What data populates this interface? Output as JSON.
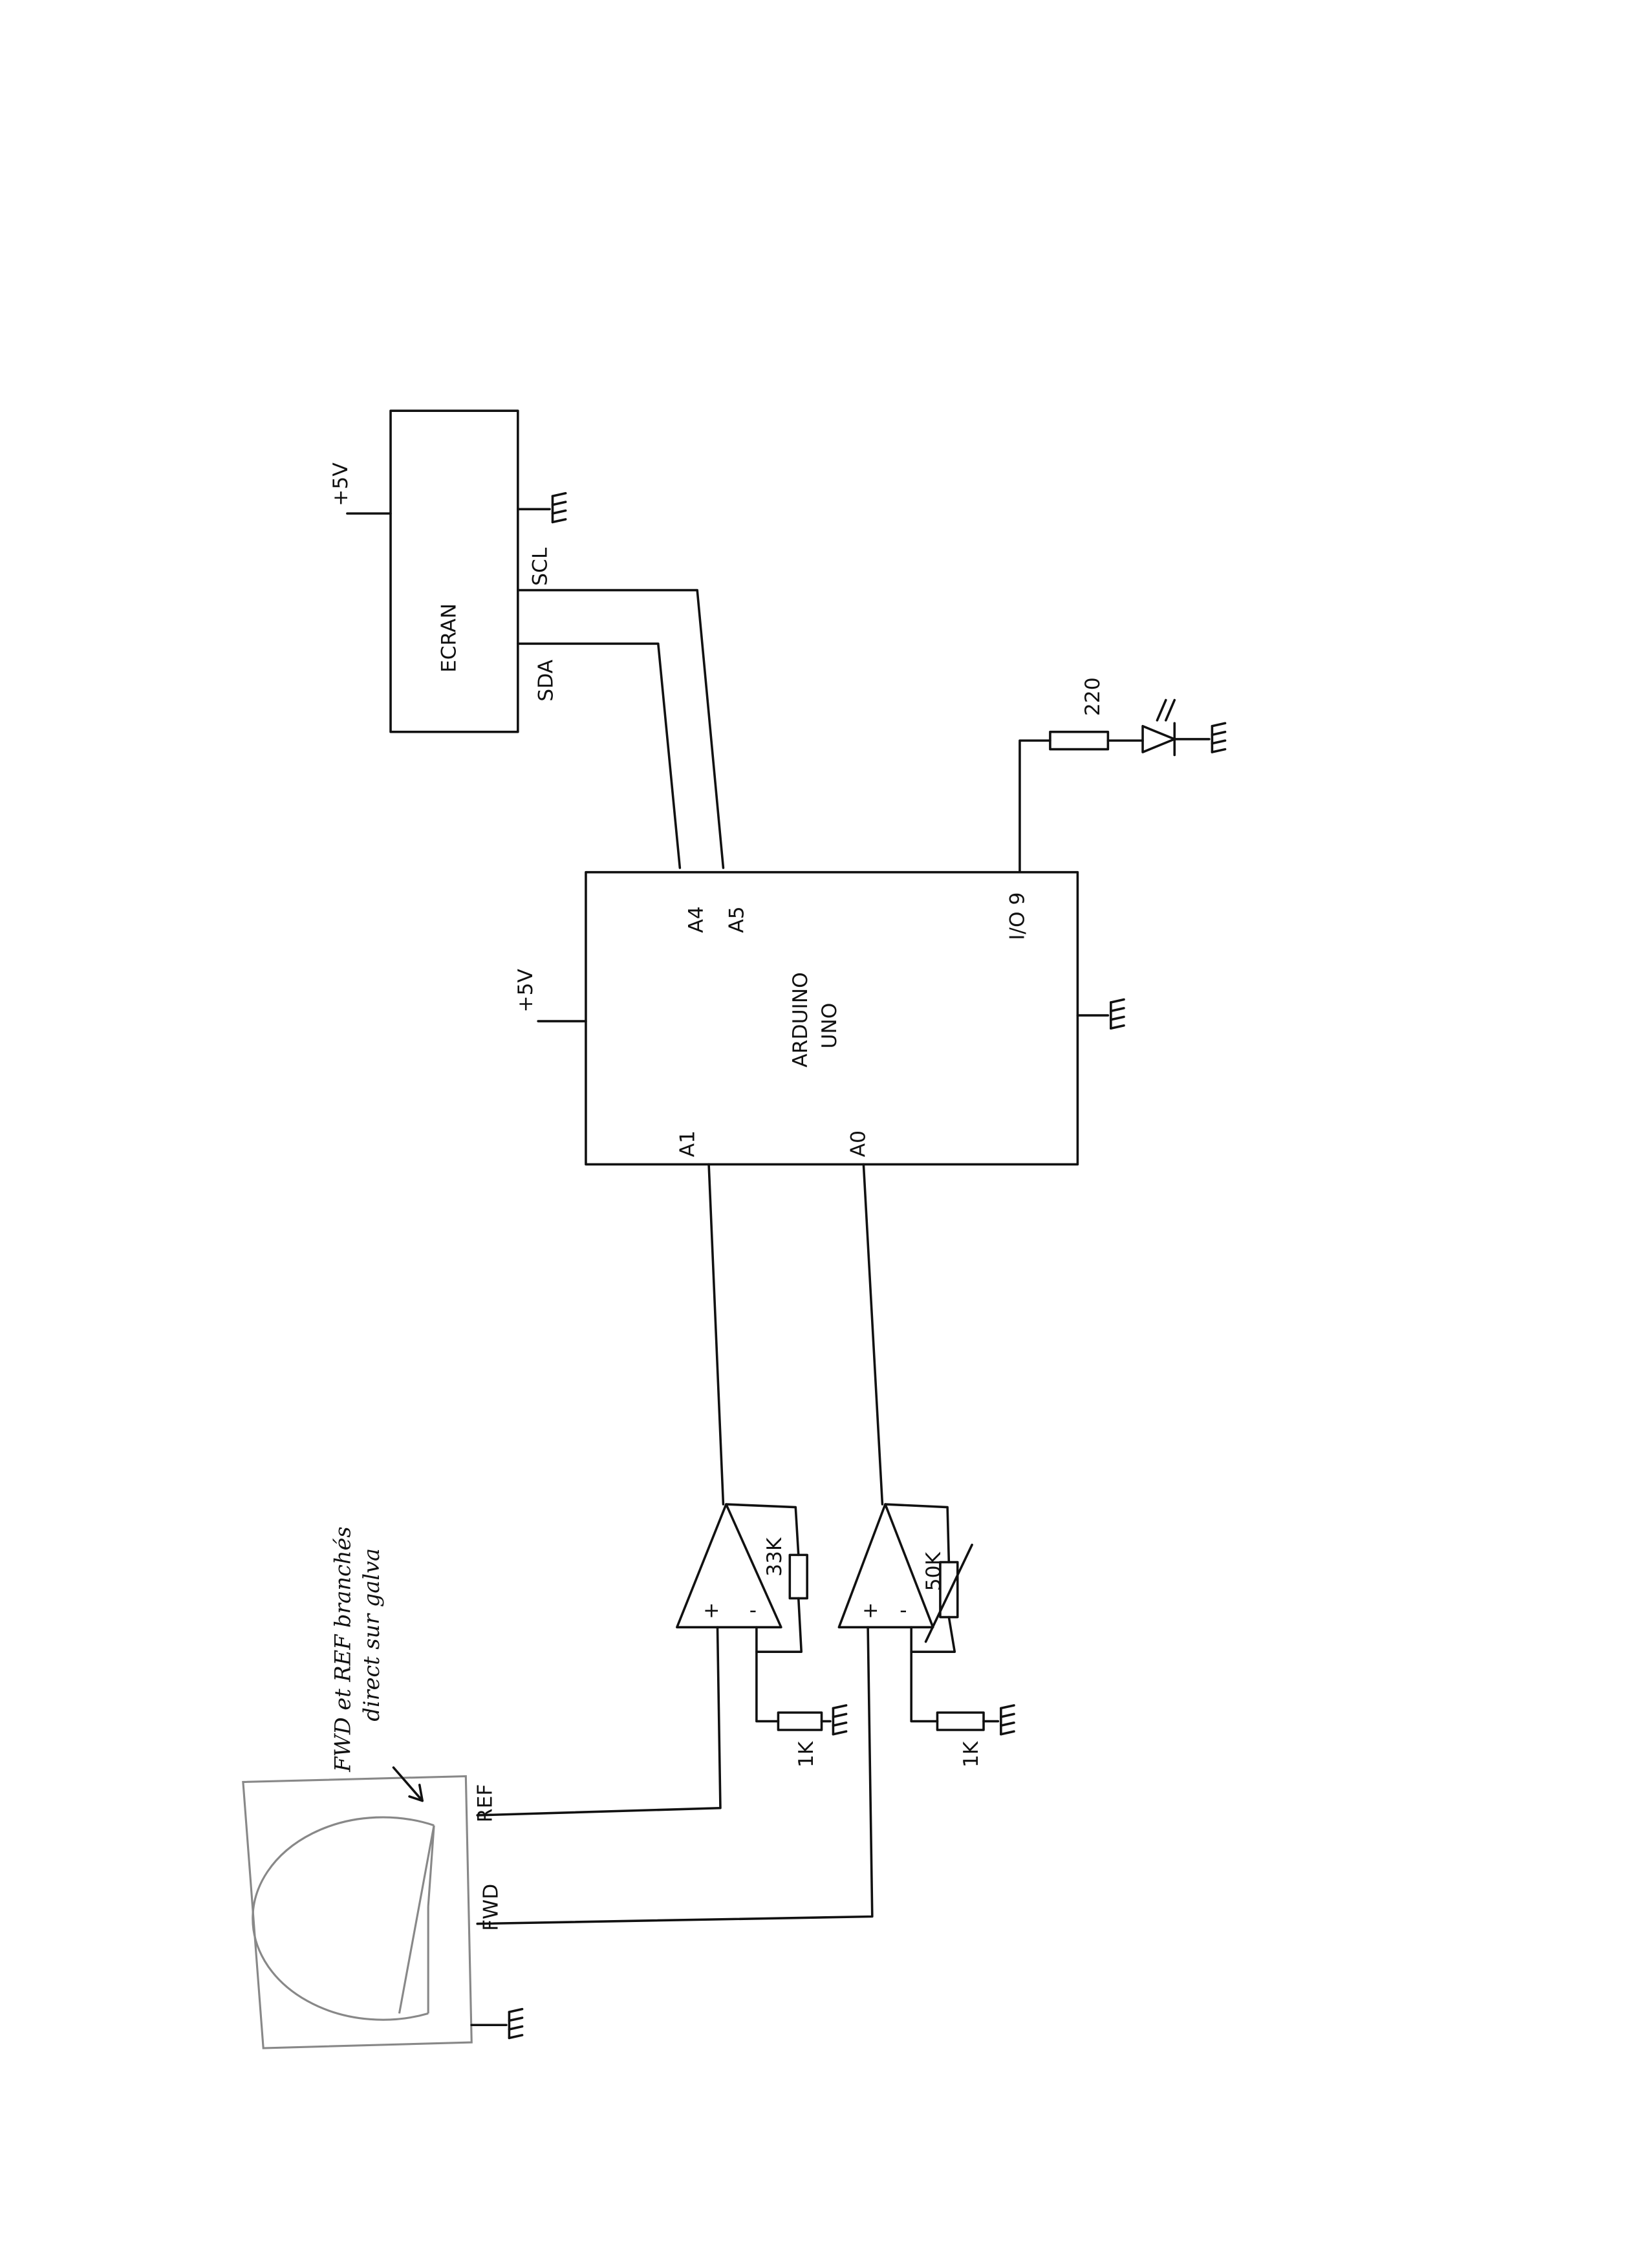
{
  "screen": {
    "title": "ECRAN",
    "power": "+5V",
    "scl": "SCL",
    "sda": "SDA"
  },
  "arduino": {
    "title_line1": "ARDUINO",
    "title_line2": "UNO",
    "power": "+5V",
    "pin_a4": "A4",
    "pin_a5": "A5",
    "pin_io9": "I/O 9",
    "pin_a1": "A1",
    "pin_a0": "A0"
  },
  "led_circuit": {
    "resistor": "220"
  },
  "amp_ref": {
    "feedback_resistor": "33K",
    "ground_resistor": "1K",
    "plus": "+",
    "minus": "-"
  },
  "amp_fwd": {
    "feedback_resistor": "50K",
    "ground_resistor": "1K",
    "plus": "+",
    "minus": "-"
  },
  "galvanometer": {
    "ref": "REF",
    "fwd": "FWD"
  },
  "annotation": {
    "line1": "FWD et REF branchés",
    "line2": "direct sur galva"
  },
  "colors": {
    "ink": "#111111",
    "pencil": "#888888"
  }
}
